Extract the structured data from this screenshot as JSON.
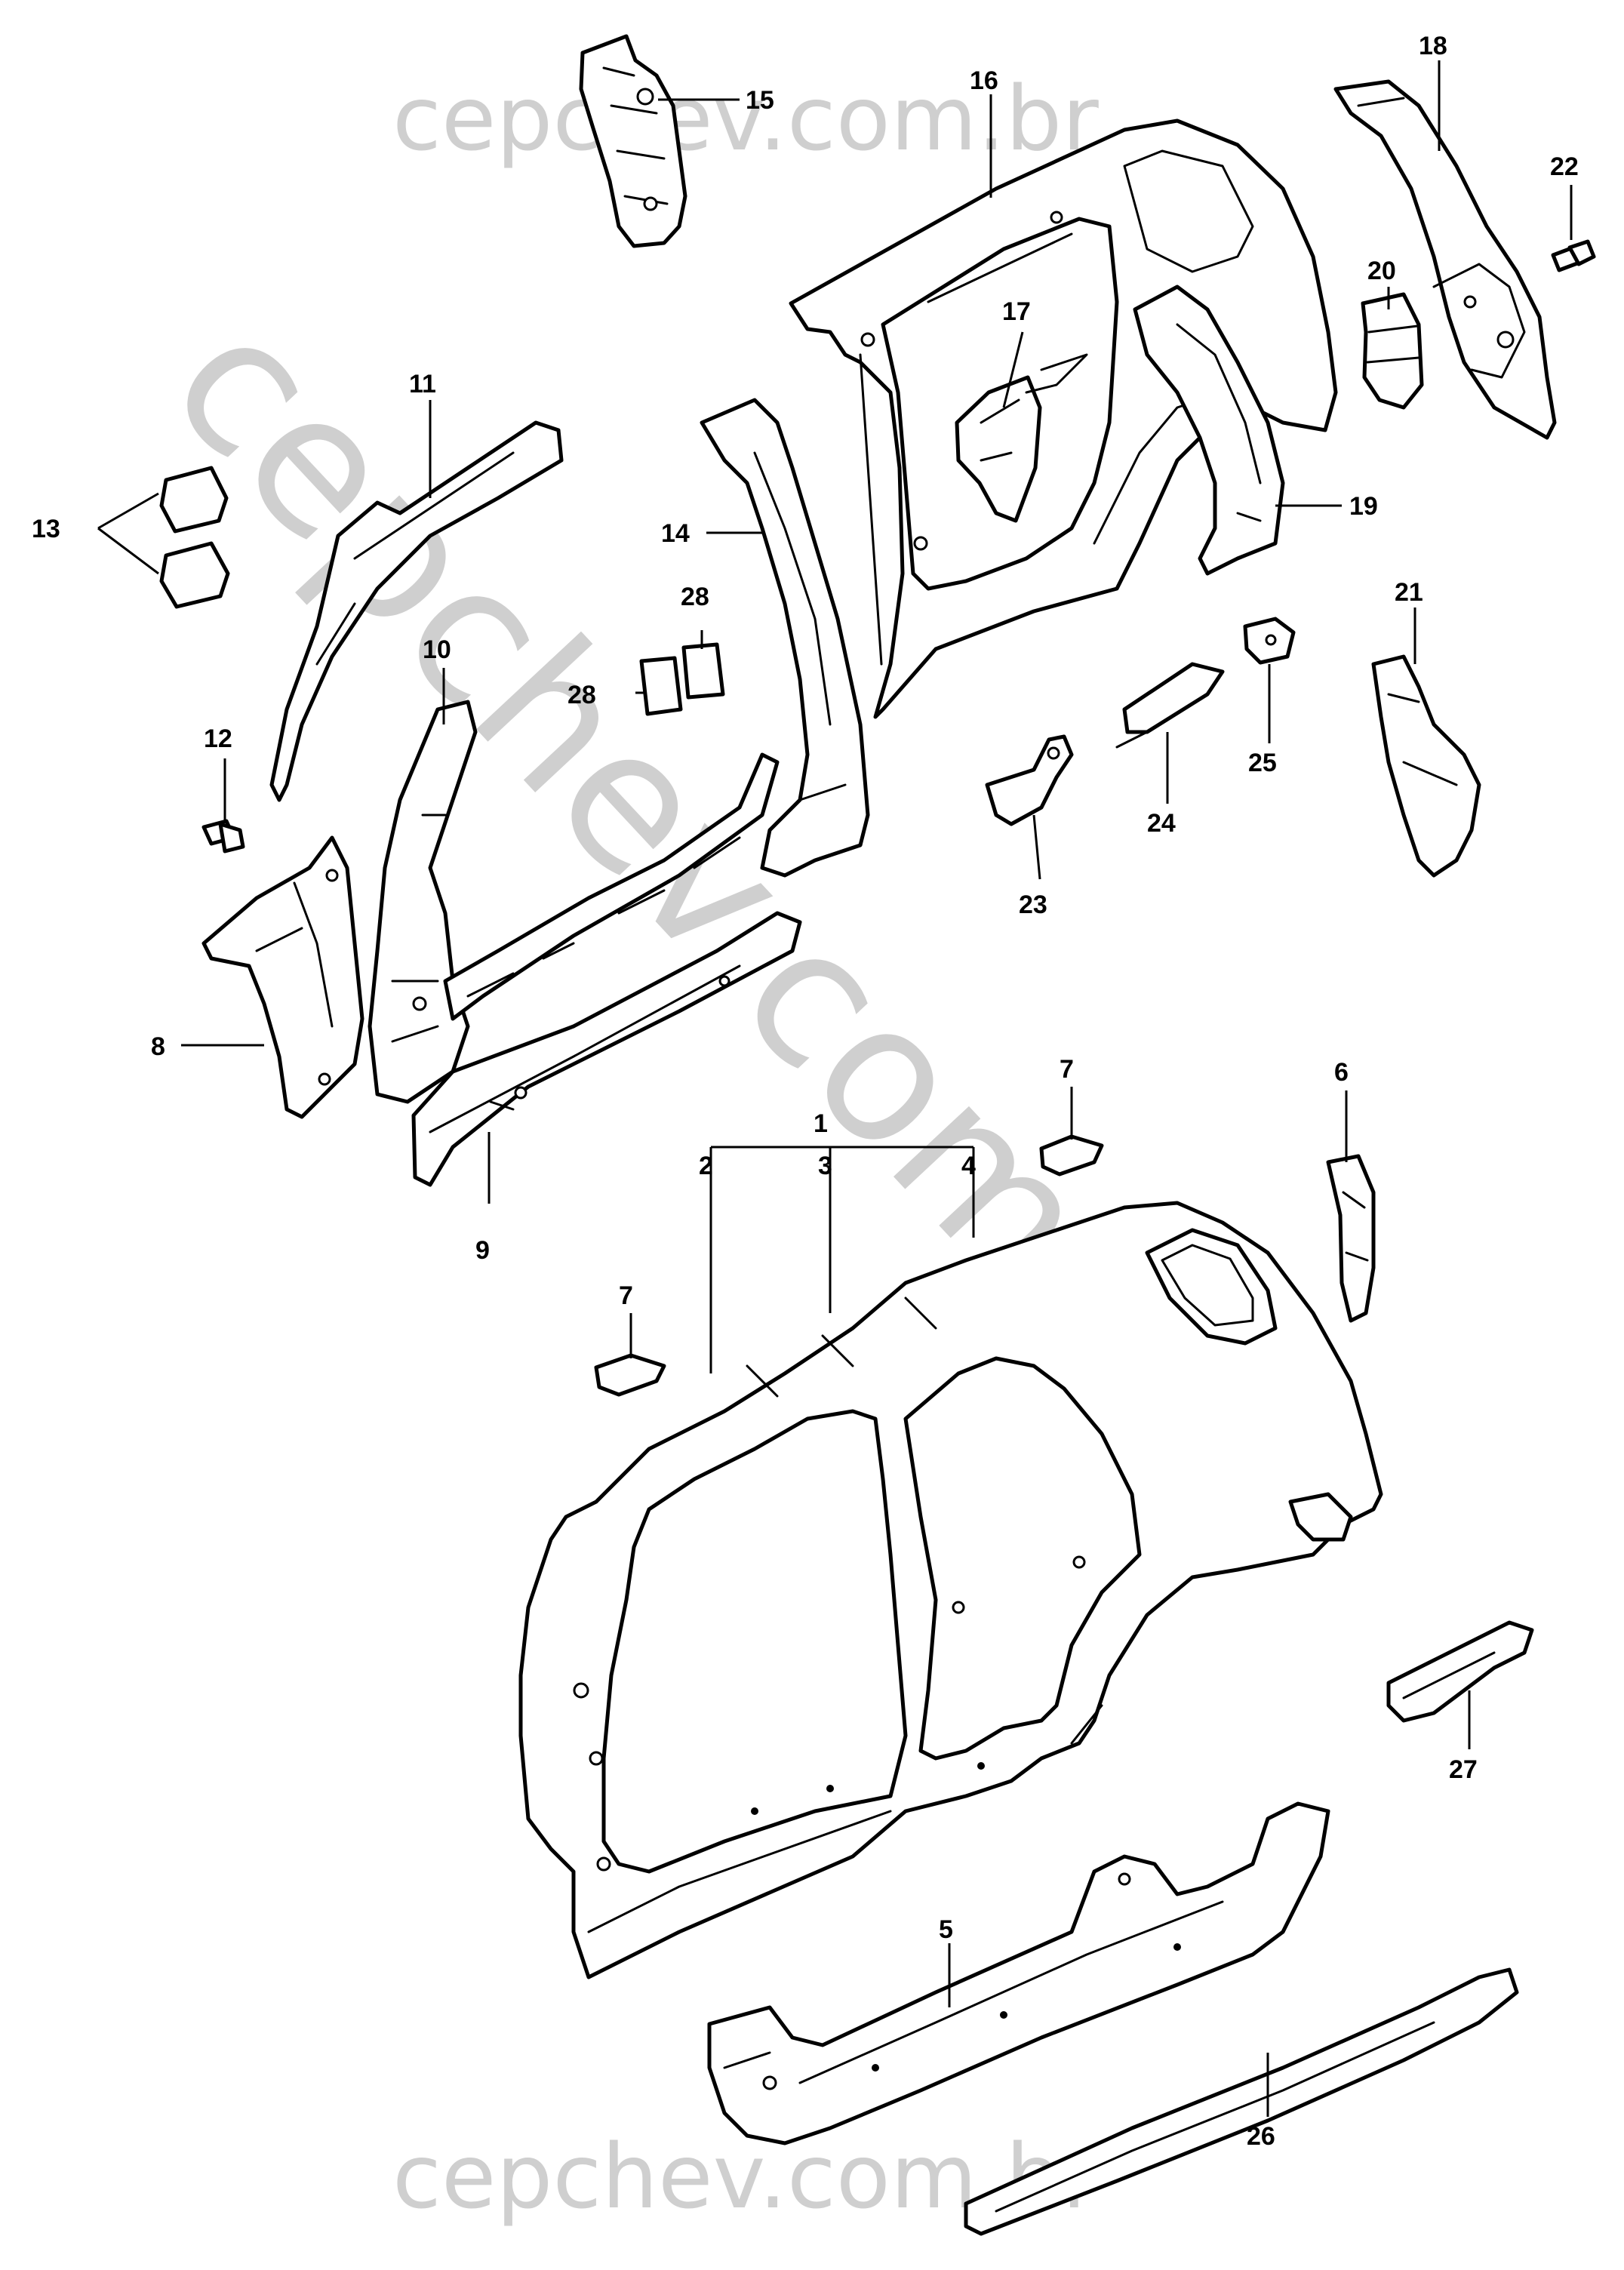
{
  "watermark": {
    "top": "cepchev.com.br",
    "bottom": "cepchev.com.br",
    "diagonal": "cepchev.com.br"
  },
  "callouts": {
    "c1": "1",
    "c2": "2",
    "c3": "3",
    "c4": "4",
    "c5": "5",
    "c6": "6",
    "c7a": "7",
    "c7b": "7",
    "c8": "8",
    "c9": "9",
    "c10": "10",
    "c11": "11",
    "c12": "12",
    "c13": "13",
    "c14": "14",
    "c15": "15",
    "c16": "16",
    "c17": "17",
    "c18": "18",
    "c19": "19",
    "c20": "20",
    "c21": "21",
    "c22": "22",
    "c23": "23",
    "c24": "24",
    "c25": "25",
    "c26": "26",
    "c27": "27",
    "c28a": "28",
    "c28b": "28"
  }
}
